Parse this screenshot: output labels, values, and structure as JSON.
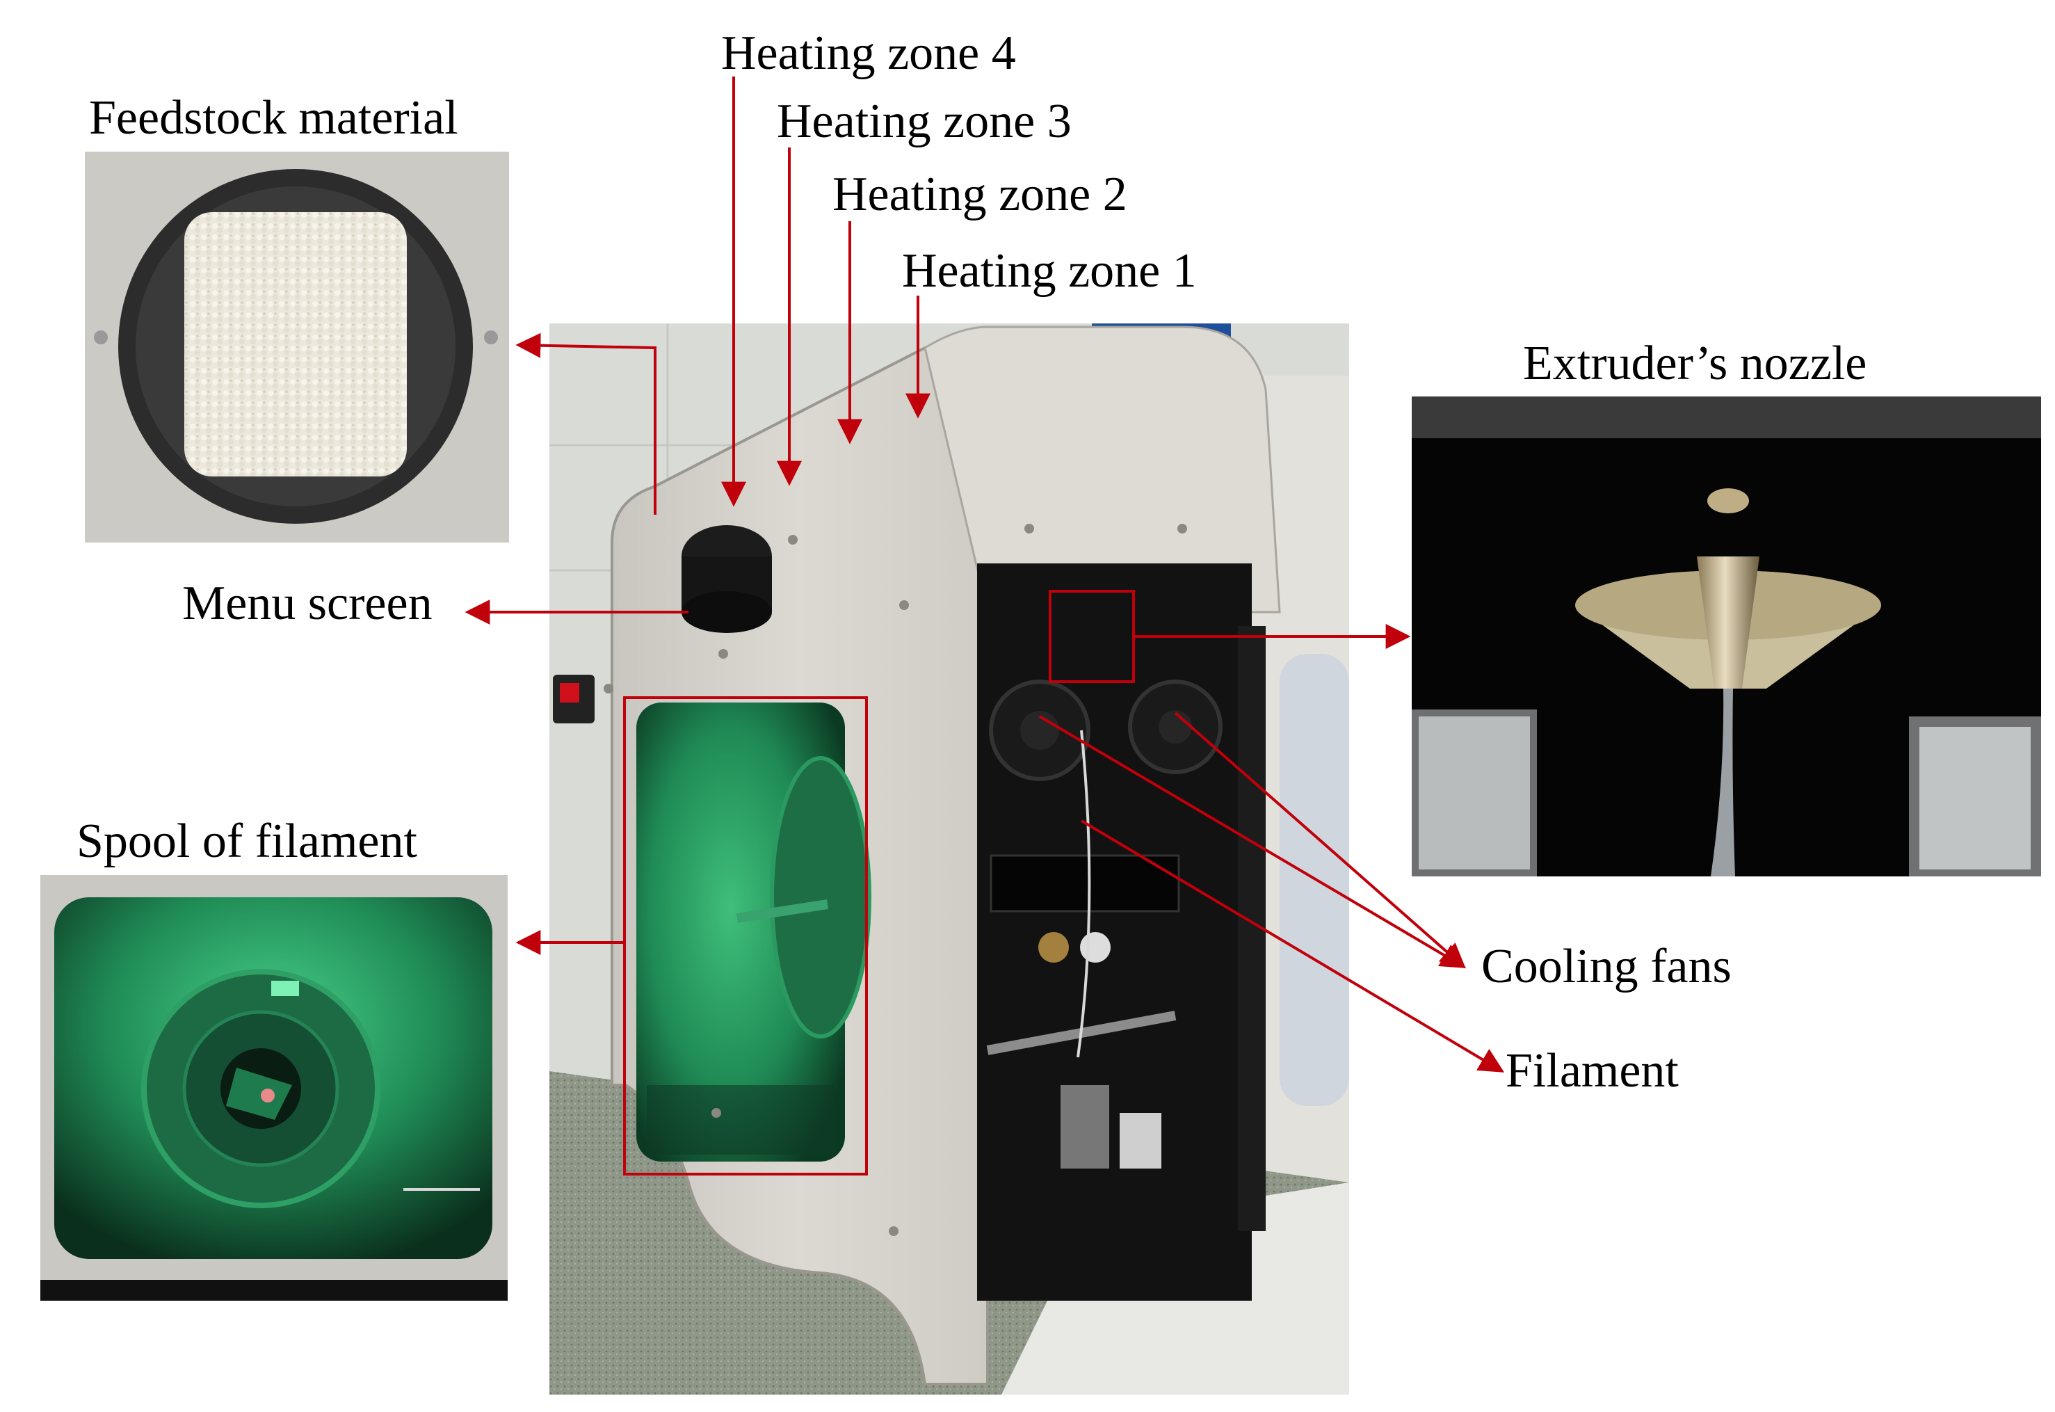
{
  "labels": {
    "feedstock": "Feedstock material",
    "zone4": "Heating zone 4",
    "zone3": "Heating zone 3",
    "zone2": "Heating zone 2",
    "zone1": "Heating zone 1",
    "nozzle": "Extruder’s nozzle",
    "menu": "Menu screen",
    "spool": "Spool of filament",
    "fans": "Cooling fans",
    "filament": "Filament"
  },
  "colors": {
    "annotation": "#c0000a",
    "machine_body": "#d7d4cc",
    "machine_dark": "#111111",
    "glow": "#1f8a55",
    "background_wall": "#d9dbd7",
    "floor": "#8d9486"
  }
}
